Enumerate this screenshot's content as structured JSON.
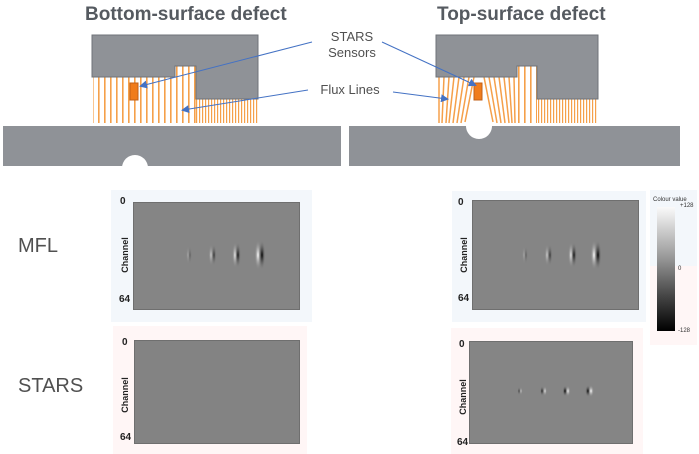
{
  "titles": {
    "left": "Bottom-surface defect",
    "right": "Top-surface defect"
  },
  "callouts": {
    "sensors_line1": "STARS",
    "sensors_line2": "Sensors",
    "flux": "Flux Lines"
  },
  "rows": {
    "mfl": "MFL",
    "stars": "STARS"
  },
  "axis": {
    "label": "Channel",
    "tick_top": "0",
    "tick_bottom": "64"
  },
  "colorbar": {
    "title": "Colour value",
    "max": "+128",
    "mid": "0",
    "min": "-128"
  },
  "colors": {
    "steel": "#8f9297",
    "flux": "#f5a04a",
    "sensor": "#f07c1c",
    "arrow": "#4472c4",
    "panel_blue": "#f3f7fb",
    "panel_pink": "#fff6f6"
  },
  "chart_data": [
    {
      "type": "heatmap",
      "title": "MFL - Bottom-surface defect",
      "ylabel": "Channel",
      "ylim": [
        0,
        64
      ],
      "signals": [
        {
          "x_frac": 0.33,
          "channel": 32,
          "strength": 0.15
        },
        {
          "x_frac": 0.47,
          "channel": 32,
          "strength": 0.4
        },
        {
          "x_frac": 0.62,
          "channel": 32,
          "strength": 0.7
        },
        {
          "x_frac": 0.76,
          "channel": 32,
          "strength": 1.0
        }
      ]
    },
    {
      "type": "heatmap",
      "title": "MFL - Top-surface defect",
      "ylabel": "Channel",
      "ylim": [
        0,
        64
      ],
      "signals": [
        {
          "x_frac": 0.31,
          "channel": 32,
          "strength": 0.15
        },
        {
          "x_frac": 0.45,
          "channel": 32,
          "strength": 0.4
        },
        {
          "x_frac": 0.59,
          "channel": 32,
          "strength": 0.7
        },
        {
          "x_frac": 0.73,
          "channel": 32,
          "strength": 1.0
        }
      ]
    },
    {
      "type": "heatmap",
      "title": "STARS - Bottom-surface defect",
      "ylabel": "Channel",
      "ylim": [
        0,
        64
      ],
      "signals": []
    },
    {
      "type": "heatmap",
      "title": "STARS - Top-surface defect",
      "ylabel": "Channel",
      "ylim": [
        0,
        64
      ],
      "signals": [
        {
          "x_frac": 0.3,
          "channel": 32,
          "strength": 0.4
        },
        {
          "x_frac": 0.44,
          "channel": 32,
          "strength": 0.6
        },
        {
          "x_frac": 0.58,
          "channel": 32,
          "strength": 0.8
        },
        {
          "x_frac": 0.72,
          "channel": 32,
          "strength": 1.0
        }
      ]
    }
  ],
  "colorscale": {
    "min": -128,
    "max": 128,
    "type": "grayscale"
  }
}
